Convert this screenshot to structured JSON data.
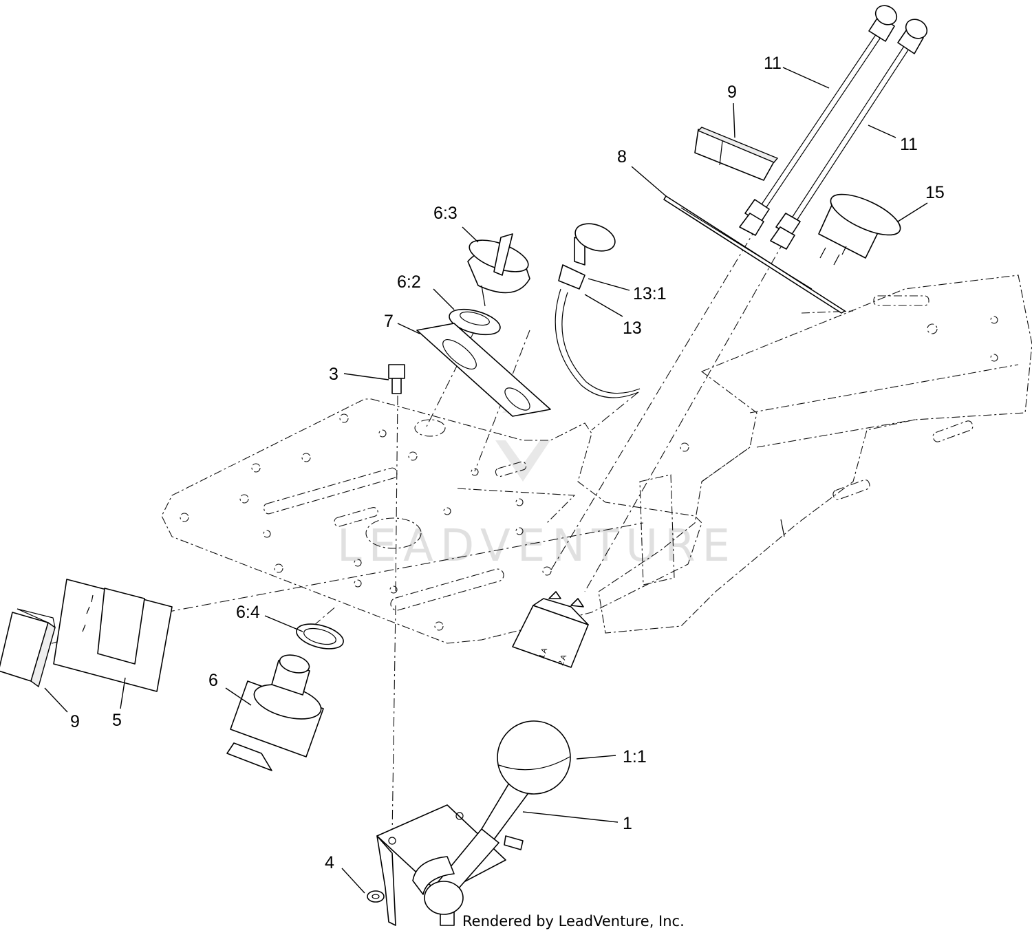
{
  "callouts": {
    "c11a": "11",
    "c11b": "11",
    "c9a": "9",
    "c8": "8",
    "c15": "15",
    "c63": "6:3",
    "c62": "6:2",
    "c131": "13:1",
    "c13": "13",
    "c7": "7",
    "c3": "3",
    "c64": "6:4",
    "c6": "6",
    "c9b": "9",
    "c5": "5",
    "c11": "1:1",
    "c1": "1",
    "c4": "4"
  },
  "connector_marks": {
    "pin1": "1 A",
    "pin2": "2 A"
  },
  "watermark": "LEADVENTURE",
  "credit": "Rendered by LeadVenture, Inc."
}
